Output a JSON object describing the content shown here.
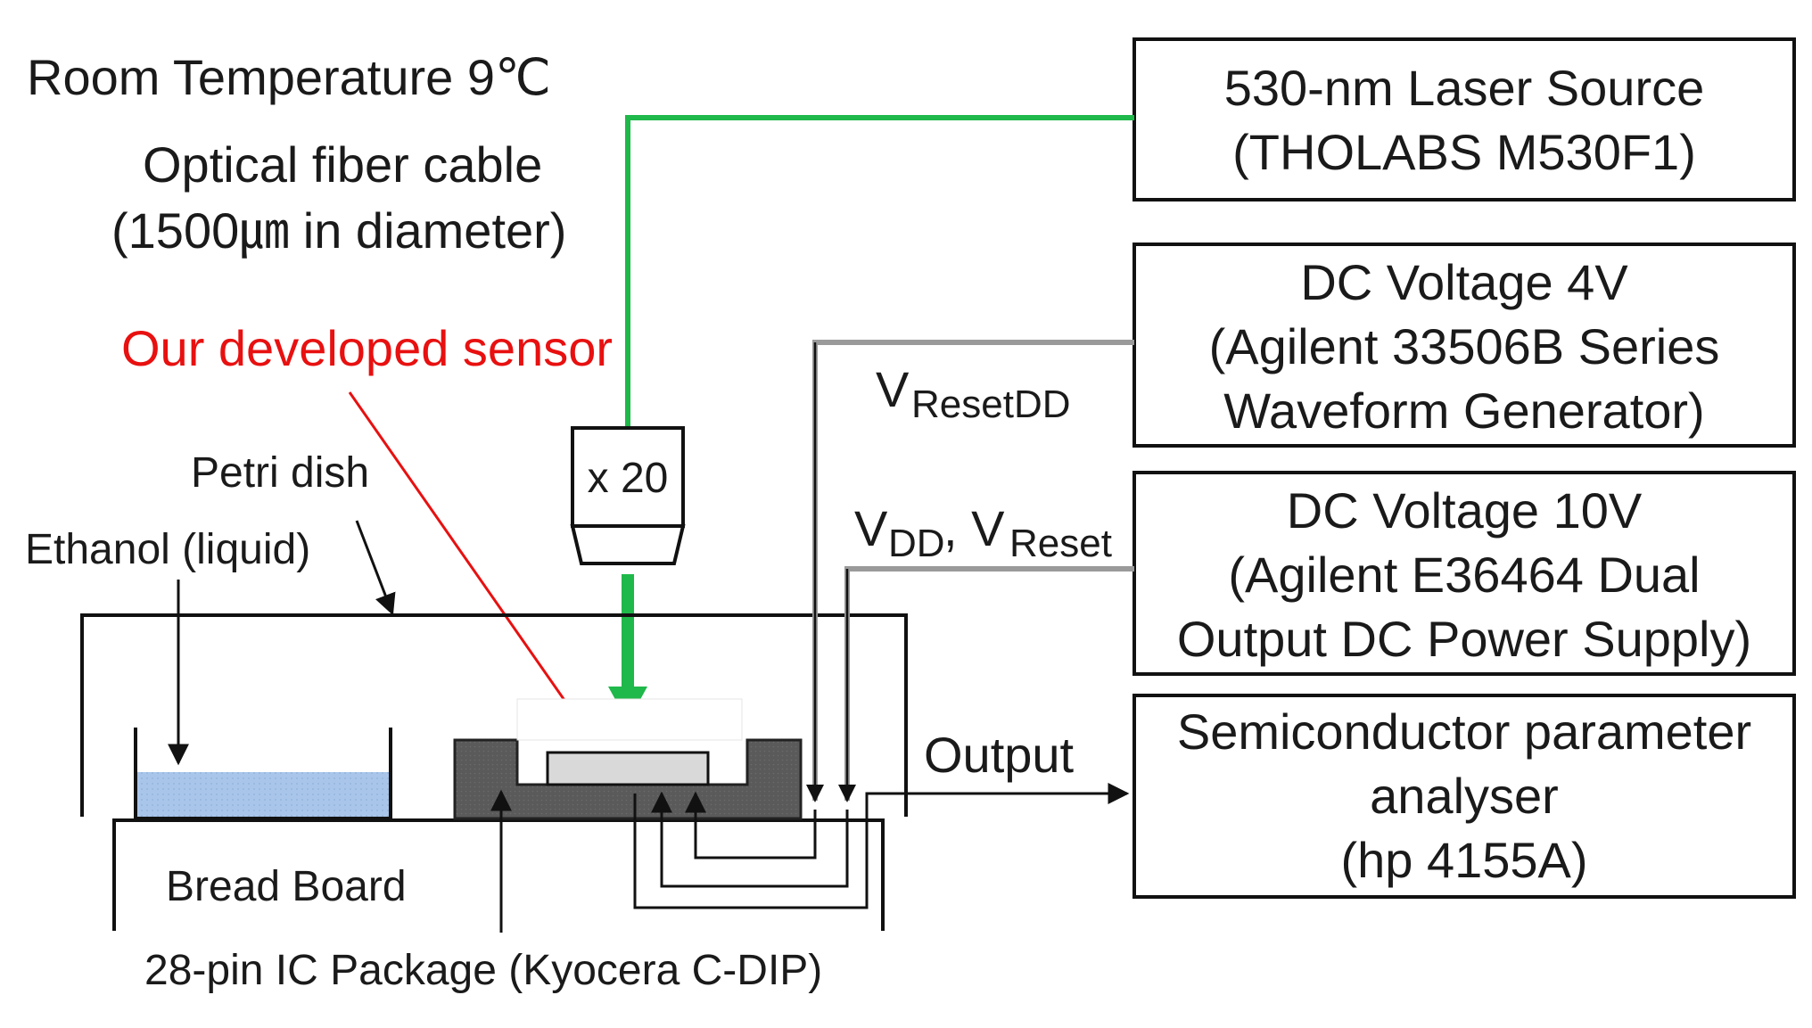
{
  "labels": {
    "room_temperature": "Room Temperature 9℃",
    "fiber_line1": "Optical fiber cable",
    "fiber_line2": "(1500㎛ in diameter)",
    "sensor": "Our developed sensor",
    "petri": "Petri dish",
    "ethanol": "Ethanol (liquid)",
    "breadboard": "Bread Board",
    "package": "28-pin IC Package (Kyocera C-DIP)",
    "objective": "x 20",
    "output": "Output",
    "v_resetdd_main": "V",
    "v_resetdd_sub": "ResetDD",
    "v_dd_main": "V",
    "v_dd_sub": "DD",
    "v_sep": ", V",
    "v_reset_sub": "Reset"
  },
  "boxes": [
    {
      "lines": [
        "530-nm Laser Source",
        "(THOLABS M530F1)"
      ]
    },
    {
      "lines": [
        "DC Voltage 4V",
        "(Agilent 33506B Series",
        "Waveform Generator)"
      ]
    },
    {
      "lines": [
        "DC Voltage 10V",
        "(Agilent E36464 Dual",
        "Output DC Power Supply)"
      ]
    },
    {
      "lines": [
        "Semiconductor parameter",
        "analyser",
        "(hp 4155A)"
      ]
    }
  ],
  "colors": {
    "fiber": "#1fb84a",
    "sensor_arrow": "#e81010",
    "liquid": "#a9c6ea",
    "package": "#5a5a5a",
    "chip": "#d9d9d9",
    "wire": "#9a9a9a"
  }
}
